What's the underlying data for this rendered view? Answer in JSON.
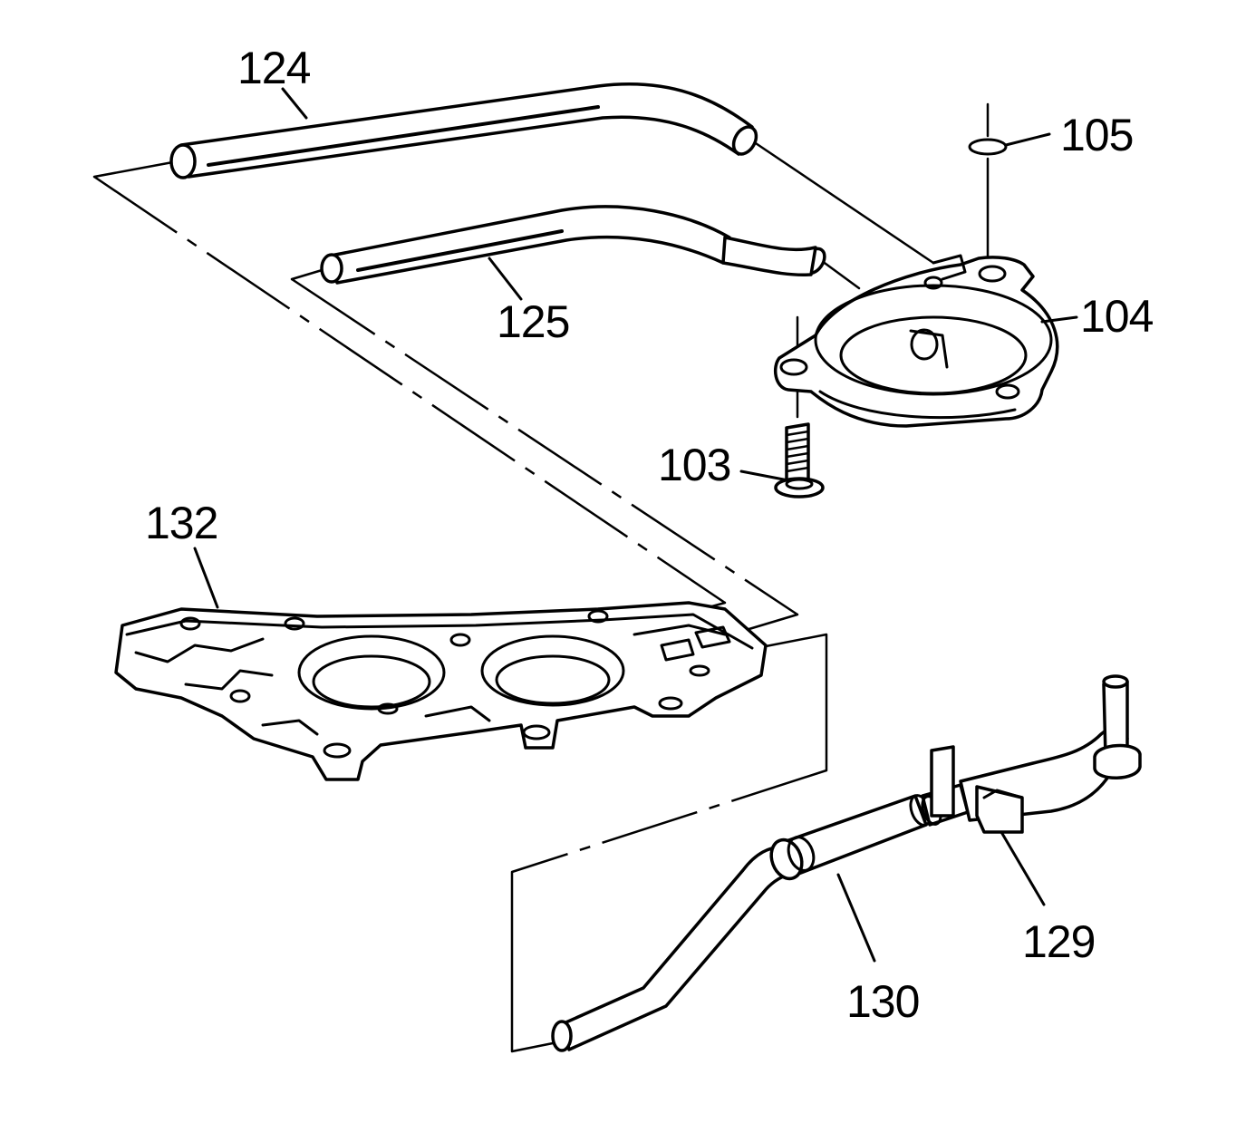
{
  "callouts": {
    "c124": "124",
    "c125": "125",
    "c105": "105",
    "c104": "104",
    "c103": "103",
    "c132": "132",
    "c129": "129",
    "c130": "130"
  }
}
